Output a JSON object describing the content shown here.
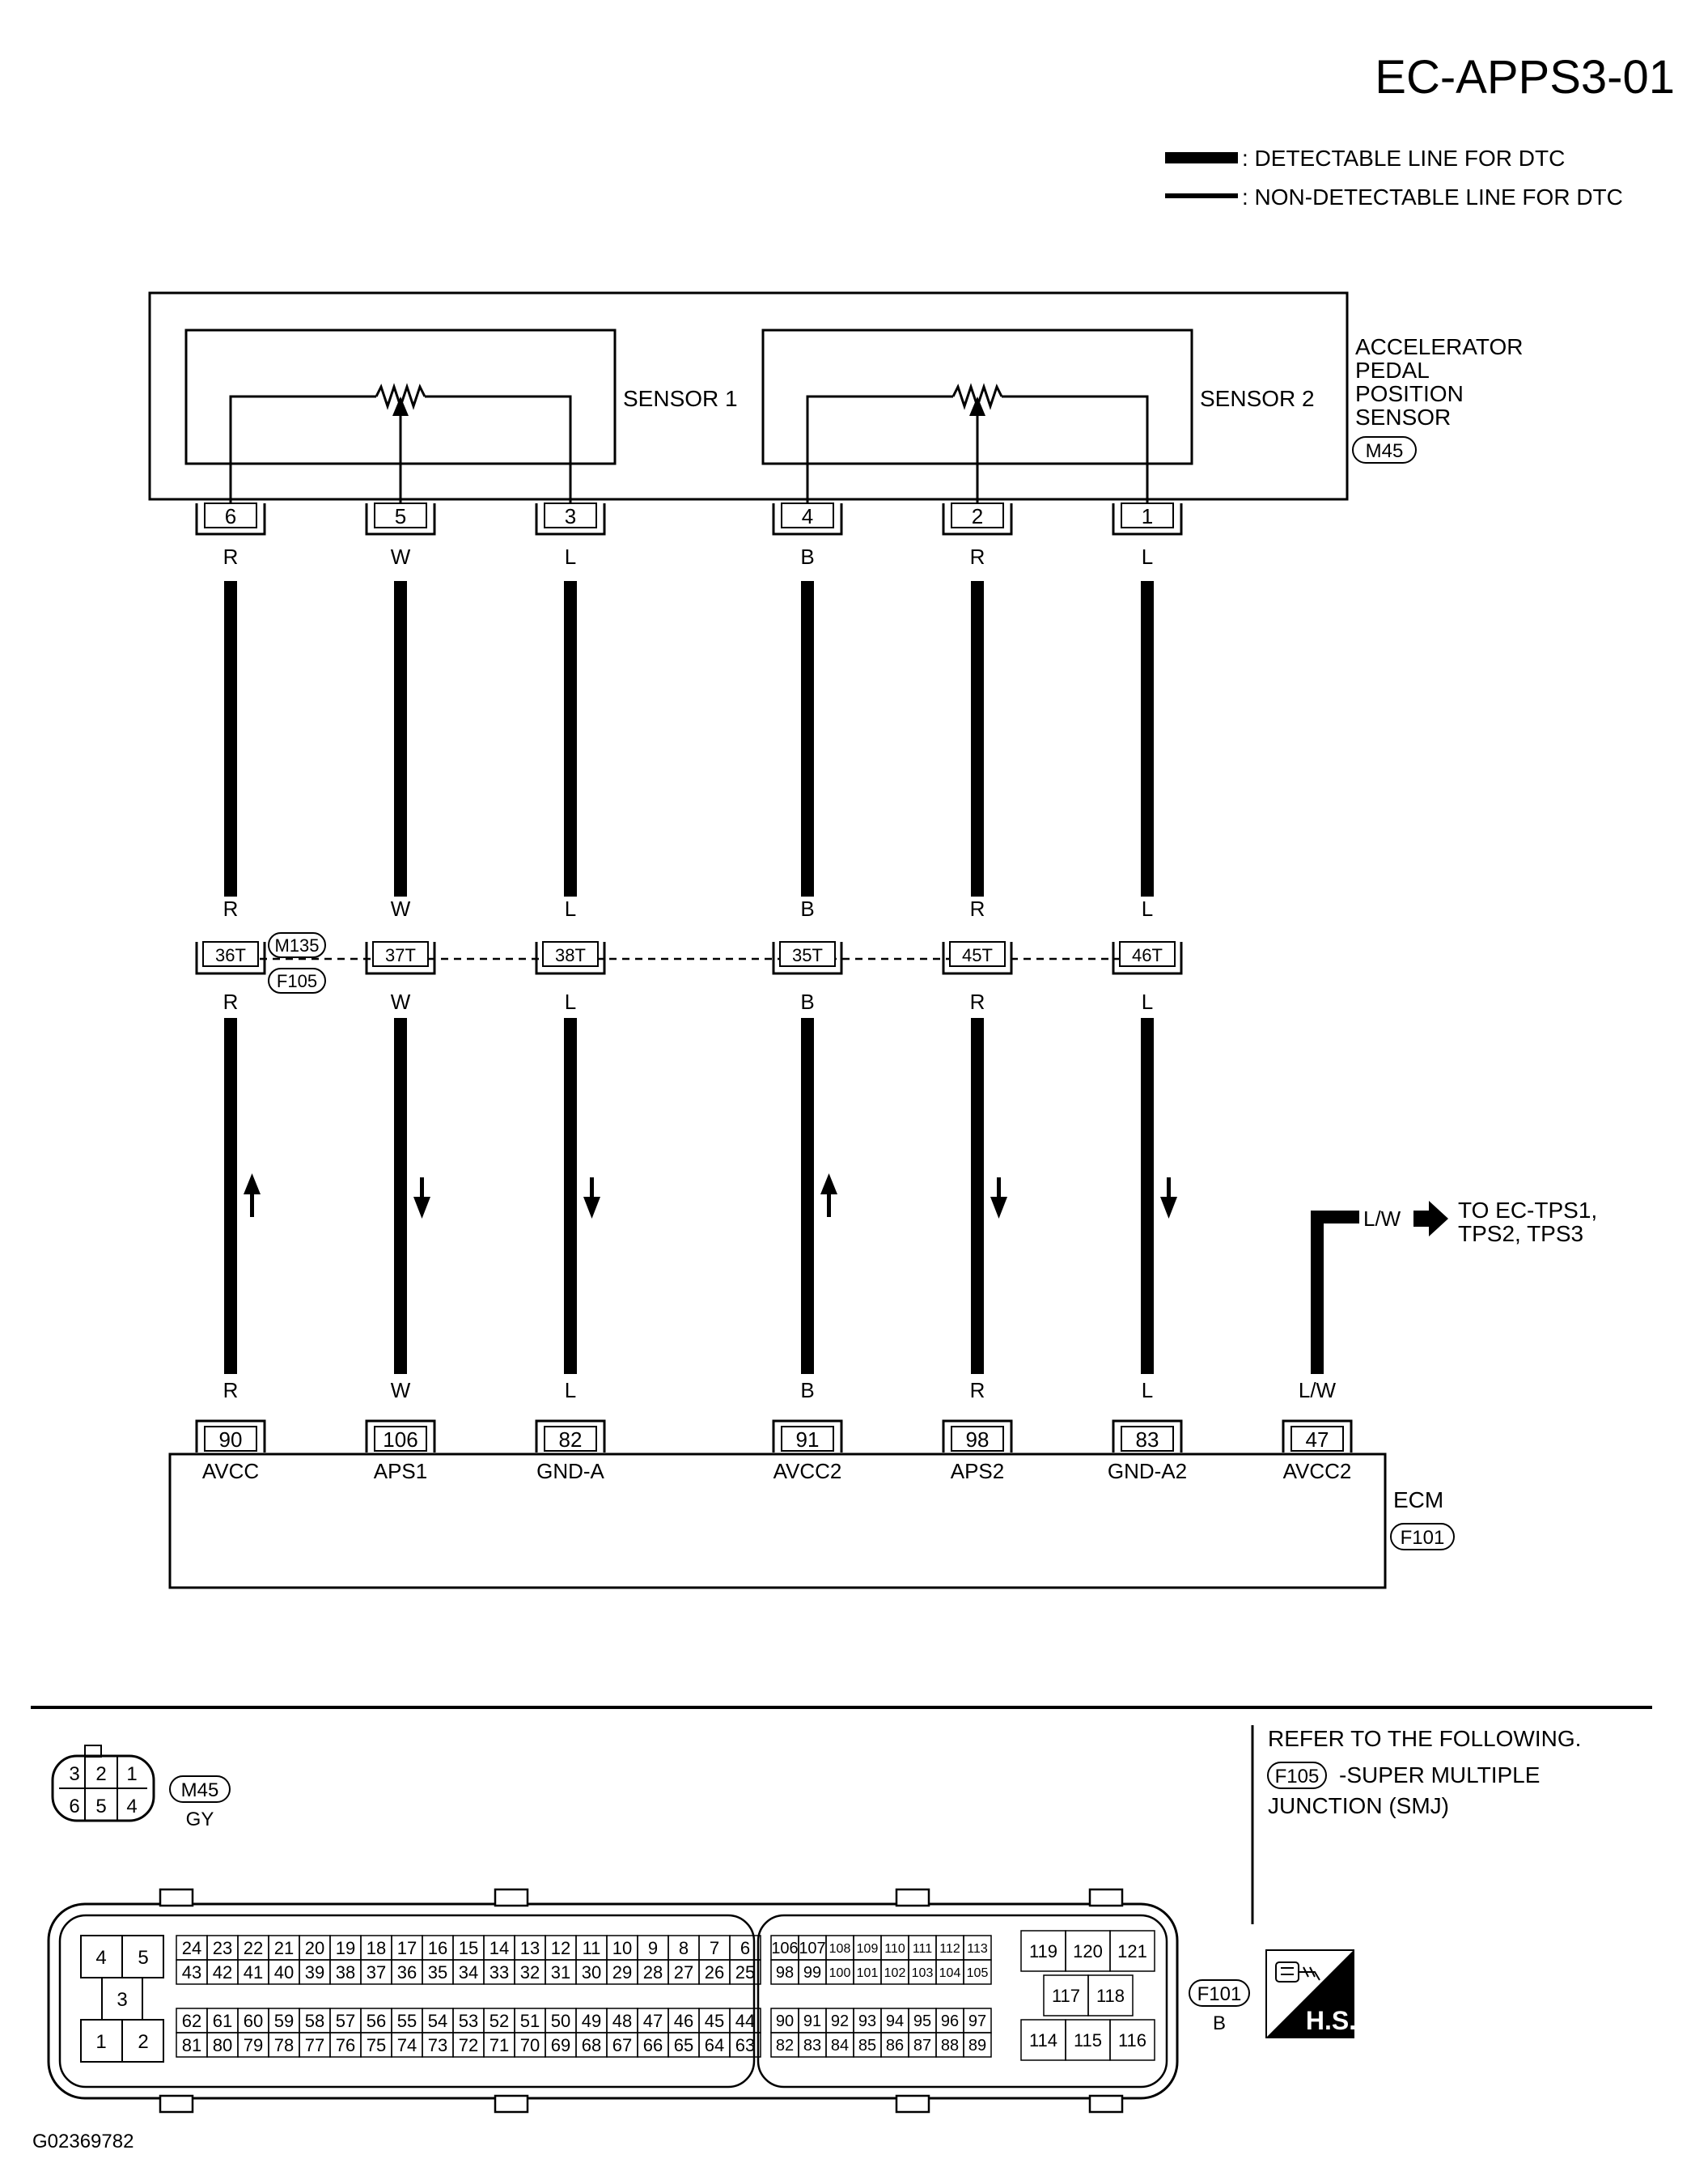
{
  "diagram_id": "EC-APPS3-01",
  "legend": {
    "detectable": ": DETECTABLE LINE FOR DTC",
    "non_detectable": ": NON-DETECTABLE LINE FOR DTC"
  },
  "sensor": {
    "label_lines": [
      "ACCELERATOR",
      "PEDAL",
      "POSITION",
      "SENSOR"
    ],
    "connector": "M45",
    "sensor1_label": "SENSOR 1",
    "sensor2_label": "SENSOR 2"
  },
  "junction": {
    "connector_top": "M135",
    "connector_bottom": "F105"
  },
  "wires": [
    {
      "sensor_pin": "6",
      "color": "R",
      "junction_pin": "36T",
      "ecm_pin": "90",
      "signal": "AVCC",
      "arrow": "up"
    },
    {
      "sensor_pin": "5",
      "color": "W",
      "junction_pin": "37T",
      "ecm_pin": "106",
      "signal": "APS1",
      "arrow": "down"
    },
    {
      "sensor_pin": "3",
      "color": "L",
      "junction_pin": "38T",
      "ecm_pin": "82",
      "signal": "GND-A",
      "arrow": "down"
    },
    {
      "sensor_pin": "4",
      "color": "B",
      "junction_pin": "35T",
      "ecm_pin": "91",
      "signal": "AVCC2",
      "arrow": "up"
    },
    {
      "sensor_pin": "2",
      "color": "R",
      "junction_pin": "45T",
      "ecm_pin": "98",
      "signal": "APS2",
      "arrow": "down"
    },
    {
      "sensor_pin": "1",
      "color": "L",
      "junction_pin": "46T",
      "ecm_pin": "83",
      "signal": "GND-A2",
      "arrow": "down"
    }
  ],
  "extra_wire": {
    "color": "L/W",
    "ecm_pin": "47",
    "signal": "AVCC2",
    "destination_lines": [
      "TO EC-TPS1,",
      "TPS2, TPS3"
    ]
  },
  "ecm": {
    "label": "ECM",
    "connector": "F101"
  },
  "refer": {
    "heading": "REFER TO THE FOLLOWING.",
    "connector": "F105",
    "text_line1": "-SUPER MULTIPLE",
    "text_line2": "JUNCTION (SMJ)"
  },
  "m45_connector": {
    "name": "M45",
    "color_code": "GY",
    "top_row": [
      "3",
      "2",
      "1"
    ],
    "bottom_row": [
      "6",
      "5",
      "4"
    ]
  },
  "f101_connector": {
    "name": "F101",
    "color_code": "B",
    "left_block": [
      "4",
      "5",
      "3",
      "1",
      "2"
    ],
    "bank_a": [
      [
        "24",
        "23",
        "22",
        "21",
        "20",
        "19",
        "18",
        "17",
        "16",
        "15",
        "14",
        "13",
        "12",
        "11",
        "10",
        "9",
        "8",
        "7",
        "6"
      ],
      [
        "43",
        "42",
        "41",
        "40",
        "39",
        "38",
        "37",
        "36",
        "35",
        "34",
        "33",
        "32",
        "31",
        "30",
        "29",
        "28",
        "27",
        "26",
        "25"
      ],
      [
        "62",
        "61",
        "60",
        "59",
        "58",
        "57",
        "56",
        "55",
        "54",
        "53",
        "52",
        "51",
        "50",
        "49",
        "48",
        "47",
        "46",
        "45",
        "44"
      ],
      [
        "81",
        "80",
        "79",
        "78",
        "77",
        "76",
        "75",
        "74",
        "73",
        "72",
        "71",
        "70",
        "69",
        "68",
        "67",
        "66",
        "65",
        "64",
        "63"
      ]
    ],
    "bank_b": [
      [
        "106",
        "107",
        "108",
        "109",
        "110",
        "111",
        "112",
        "113"
      ],
      [
        "98",
        "99",
        "100",
        "101",
        "102",
        "103",
        "104",
        "105"
      ],
      [
        "90",
        "91",
        "92",
        "93",
        "94",
        "95",
        "96",
        "97"
      ],
      [
        "82",
        "83",
        "84",
        "85",
        "86",
        "87",
        "88",
        "89"
      ]
    ],
    "right_block": [
      "119",
      "120",
      "121",
      "117",
      "118",
      "114",
      "115",
      "116"
    ]
  },
  "hs_badge": "H.S.",
  "figure_id": "G02369782"
}
